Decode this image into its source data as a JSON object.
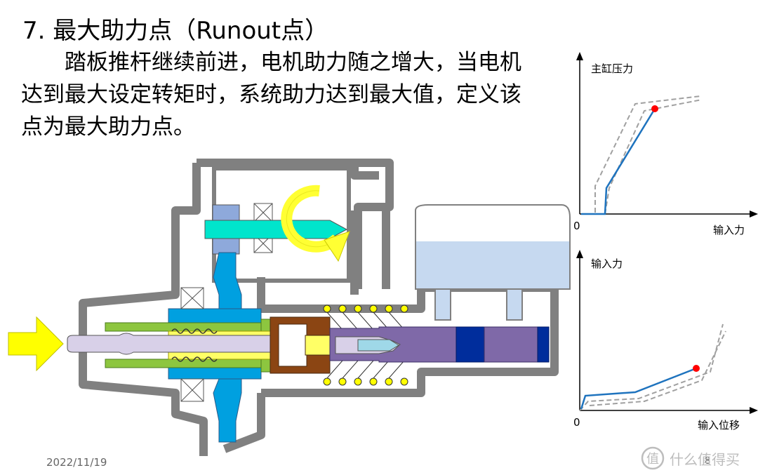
{
  "slide": {
    "title": "7. 最大助力点（Runout点）",
    "paragraph_lines": [
      "踏板推杆继续前进，电机助力随之增大，当电机",
      "达到最大设定转矩时，系统助力达到最大值，定义该",
      "点为最大助力点。"
    ],
    "date": "2022/11/19",
    "page_number": "8",
    "watermark_text": "什么值得买"
  },
  "graph_top": {
    "y_label": "主缸压力",
    "x_label": "输入力",
    "origin": "0"
  },
  "graph_bottom": {
    "y_label": "输入力",
    "x_label": "输入位移",
    "origin": "0"
  },
  "colors": {
    "curve": "#1e73be",
    "limit_curve": "#a0a0a0",
    "runout_point": "#ff0000",
    "arrow_yellow": "#ffff00",
    "rotation_arrow": "#ffff33",
    "housing": "#808080",
    "shaft_cyan": "#00e5cc",
    "rotor_blue": "#00a0e0",
    "spool_green": "#8dc63f",
    "piston_purple": "#7f69a8",
    "reservoir_fluid": "#c6d9f0",
    "brown_piston": "#8b4513"
  }
}
